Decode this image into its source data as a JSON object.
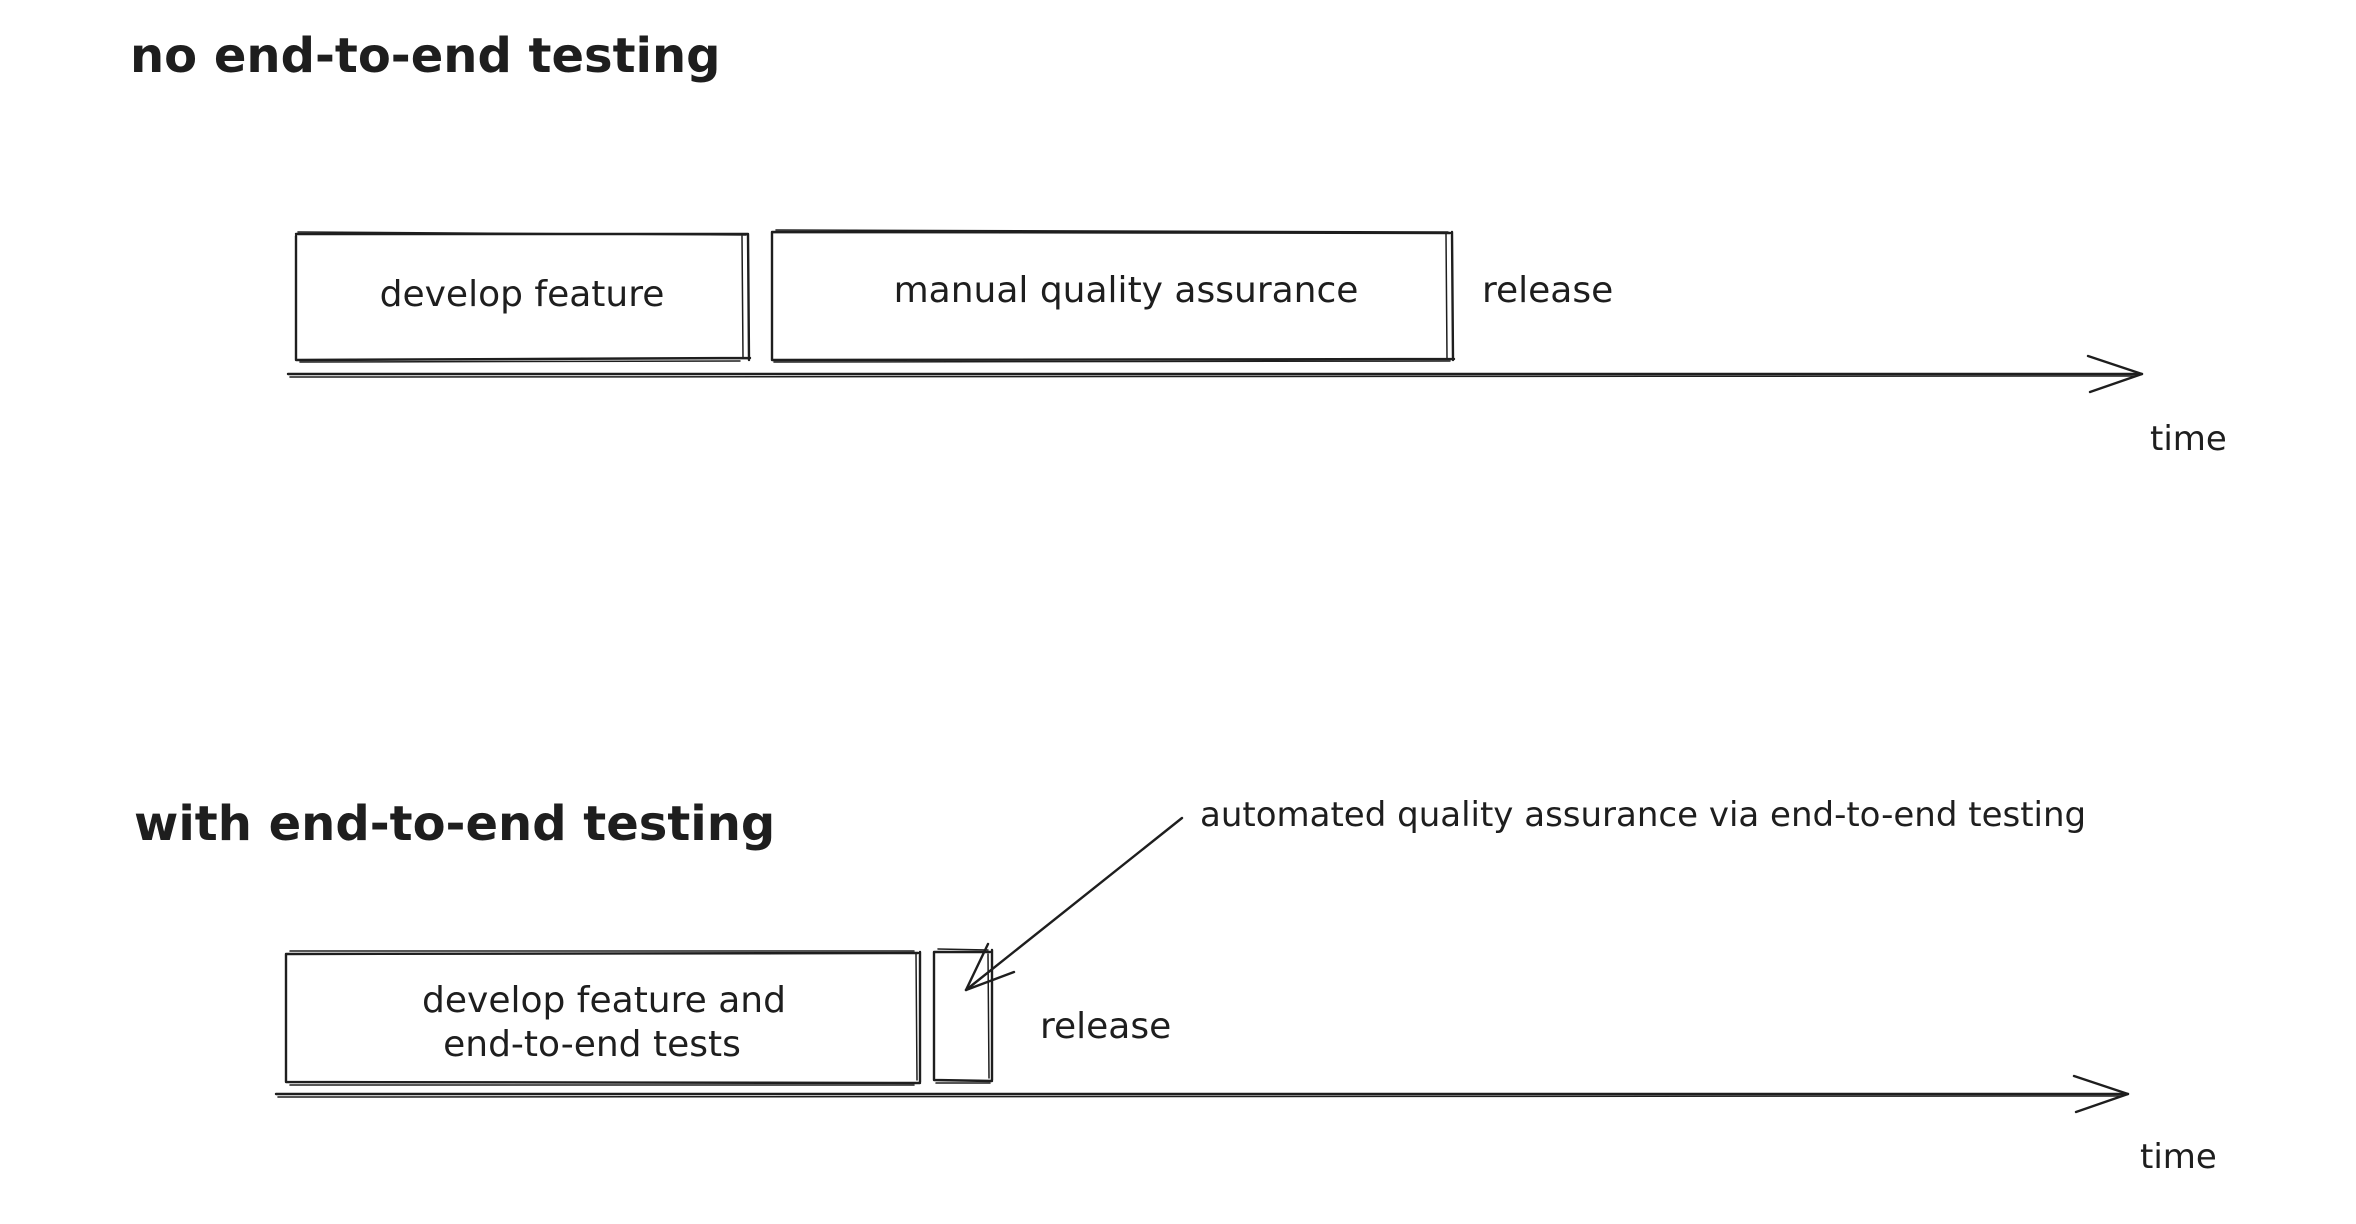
{
  "top": {
    "heading": "no end-to-end testing",
    "box_develop": "develop feature",
    "box_qa": "manual quality assurance",
    "release": "release",
    "axis": "time"
  },
  "bottom": {
    "heading": "with end-to-end testing",
    "box_develop_line1": "develop feature and",
    "box_develop_line2": "end-to-end tests",
    "release": "release",
    "axis": "time",
    "annotation": "automated quality assurance via end-to-end testing"
  }
}
